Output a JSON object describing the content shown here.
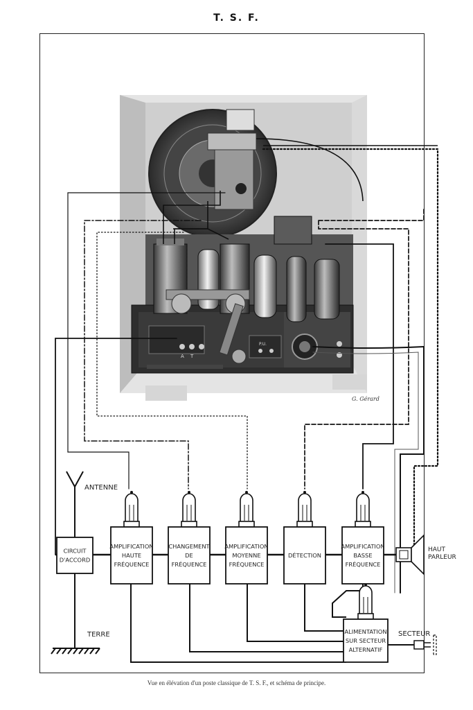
{
  "header": {
    "title": "T. S. F."
  },
  "caption": "Vue en élévation d'un poste classique de T. S. F., et schéma de principe.",
  "illustration": {
    "signature": "G. Gérard",
    "chassis_marks": {
      "left": "A",
      "right": "T",
      "pu": "P.U."
    }
  },
  "diagram": {
    "antenne_label": "ANTENNE",
    "terre_label": "TERRE",
    "secteur_label": "SECTEUR",
    "haut_parleur": [
      "HAUT",
      "PARLEUR"
    ],
    "blocks": [
      {
        "id": "circuit",
        "lines": [
          "CIRCUIT",
          "D'ACCORD"
        ]
      },
      {
        "id": "hf",
        "lines": [
          "AMPLIFICATION",
          "HAUTE",
          "FRÉQUENCE"
        ]
      },
      {
        "id": "cf",
        "lines": [
          "CHANGEMENT",
          "DE",
          "FRÉQUENCE"
        ]
      },
      {
        "id": "mf",
        "lines": [
          "AMPLIFICATION",
          "MOYENNE",
          "FRÉQUENCE"
        ]
      },
      {
        "id": "det",
        "lines": [
          "DÉTECTION"
        ]
      },
      {
        "id": "bf",
        "lines": [
          "AMPLIFICATION",
          "BASSE",
          "FRÉQUENCE"
        ]
      },
      {
        "id": "alim",
        "lines": [
          "ALIMENTATION",
          "SUR SECTEUR",
          "ALTERNATIF"
        ]
      }
    ]
  }
}
